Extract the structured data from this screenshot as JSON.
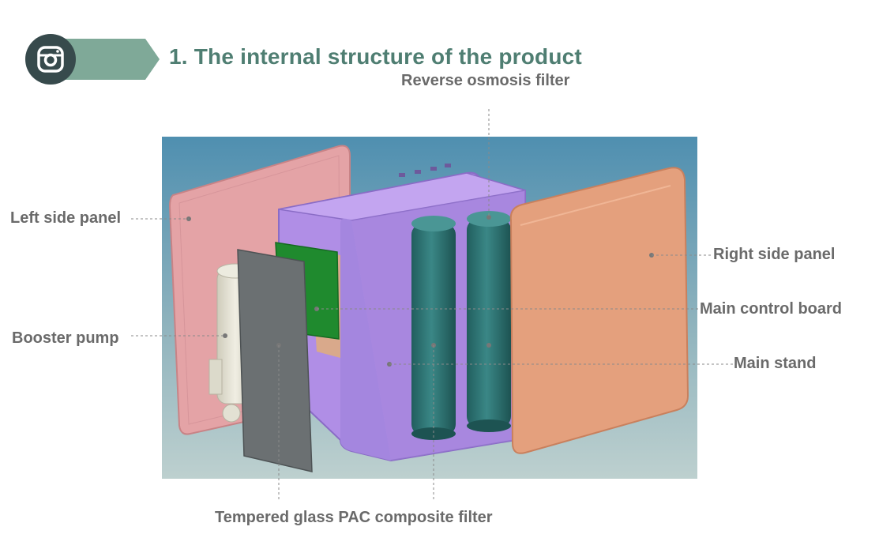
{
  "header": {
    "icon": "instagram-camera-icon",
    "title": "1. The internal structure of the product"
  },
  "labels": {
    "reverse_osmosis_filter": "Reverse osmosis filter",
    "left_side_panel": "Left side panel",
    "right_side_panel": "Right side panel",
    "main_control_board": "Main control board",
    "booster_pump": "Booster pump",
    "main_stand": "Main stand",
    "tempered_glass_pac_filter": "Tempered glass PAC composite filter"
  },
  "colors": {
    "title": "#4f7e72",
    "banner": "#7fa998",
    "icon_circle": "#374a4c",
    "label_text": "#6a6a6a",
    "left_panel": "#e4a3a6",
    "right_panel": "#e4a07d",
    "main_stand": "#a989e3",
    "control_board": "#1f8a2e",
    "filters": "#2d7574",
    "glass": "#6b7072",
    "booster_pump": "#e2e0d2"
  }
}
